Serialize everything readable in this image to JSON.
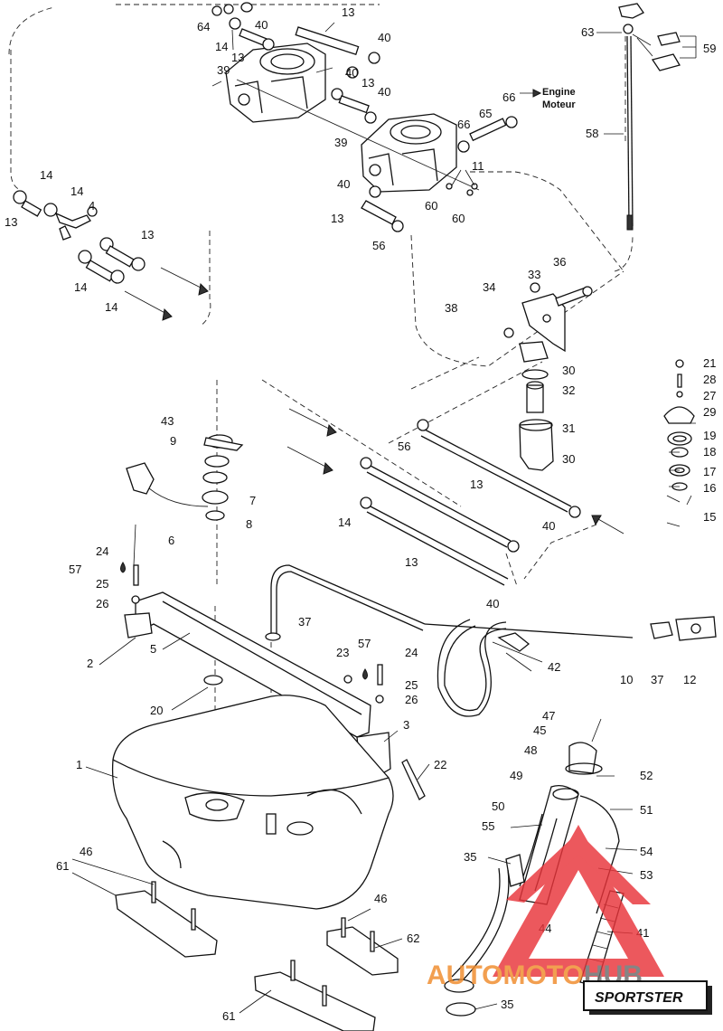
{
  "annotations": {
    "engine_en": "Engine",
    "engine_fr": "Moteur"
  },
  "callouts": [
    {
      "id": "c13a",
      "text": "13"
    },
    {
      "id": "c64",
      "text": "64"
    },
    {
      "id": "c14a",
      "text": "14"
    },
    {
      "id": "c13b",
      "text": "13"
    },
    {
      "id": "c40a",
      "text": "40"
    },
    {
      "id": "c40b",
      "text": "40"
    },
    {
      "id": "c39a",
      "text": "39"
    },
    {
      "id": "c40c",
      "text": "40"
    },
    {
      "id": "c13c",
      "text": "13"
    },
    {
      "id": "c40d",
      "text": "40"
    },
    {
      "id": "c66a",
      "text": "66"
    },
    {
      "id": "c65",
      "text": "65"
    },
    {
      "id": "c66b",
      "text": "66"
    },
    {
      "id": "c63",
      "text": "63"
    },
    {
      "id": "c59",
      "text": "59"
    },
    {
      "id": "c58",
      "text": "58"
    },
    {
      "id": "c39b",
      "text": "39"
    },
    {
      "id": "c11",
      "text": "11"
    },
    {
      "id": "c40e",
      "text": "40"
    },
    {
      "id": "c60a",
      "text": "60"
    },
    {
      "id": "c60b",
      "text": "60"
    },
    {
      "id": "c13d",
      "text": "13"
    },
    {
      "id": "c56a",
      "text": "56"
    },
    {
      "id": "c14b",
      "text": "14"
    },
    {
      "id": "c14c",
      "text": "14"
    },
    {
      "id": "c13e",
      "text": "13"
    },
    {
      "id": "c4",
      "text": "4"
    },
    {
      "id": "c13f",
      "text": "13"
    },
    {
      "id": "c14d",
      "text": "14"
    },
    {
      "id": "c14e",
      "text": "14"
    },
    {
      "id": "c36",
      "text": "36"
    },
    {
      "id": "c33",
      "text": "33"
    },
    {
      "id": "c34",
      "text": "34"
    },
    {
      "id": "c38",
      "text": "38"
    },
    {
      "id": "c30a",
      "text": "30"
    },
    {
      "id": "c32",
      "text": "32"
    },
    {
      "id": "c31",
      "text": "31"
    },
    {
      "id": "c30b",
      "text": "30"
    },
    {
      "id": "c21",
      "text": "21"
    },
    {
      "id": "c28",
      "text": "28"
    },
    {
      "id": "c27",
      "text": "27"
    },
    {
      "id": "c29",
      "text": "29"
    },
    {
      "id": "c19",
      "text": "19"
    },
    {
      "id": "c18",
      "text": "18"
    },
    {
      "id": "c17",
      "text": "17"
    },
    {
      "id": "c16",
      "text": "16"
    },
    {
      "id": "c15",
      "text": "15"
    },
    {
      "id": "c43",
      "text": "43"
    },
    {
      "id": "c9",
      "text": "9"
    },
    {
      "id": "c7",
      "text": "7"
    },
    {
      "id": "c8",
      "text": "8"
    },
    {
      "id": "c56b",
      "text": "56"
    },
    {
      "id": "c13g",
      "text": "13"
    },
    {
      "id": "c14f",
      "text": "14"
    },
    {
      "id": "c40f",
      "text": "40"
    },
    {
      "id": "c6",
      "text": "6"
    },
    {
      "id": "c24a",
      "text": "24"
    },
    {
      "id": "c57a",
      "text": "57"
    },
    {
      "id": "c25a",
      "text": "25"
    },
    {
      "id": "c26a",
      "text": "26"
    },
    {
      "id": "c13h",
      "text": "13"
    },
    {
      "id": "c40g",
      "text": "40"
    },
    {
      "id": "c37a",
      "text": "37"
    },
    {
      "id": "c2",
      "text": "2"
    },
    {
      "id": "c5",
      "text": "5"
    },
    {
      "id": "c57b",
      "text": "57"
    },
    {
      "id": "c23",
      "text": "23"
    },
    {
      "id": "c24b",
      "text": "24"
    },
    {
      "id": "c25b",
      "text": "25"
    },
    {
      "id": "c26b",
      "text": "26"
    },
    {
      "id": "c42",
      "text": "42"
    },
    {
      "id": "c10",
      "text": "10"
    },
    {
      "id": "c37b",
      "text": "37"
    },
    {
      "id": "c12",
      "text": "12"
    },
    {
      "id": "c20",
      "text": "20"
    },
    {
      "id": "c3",
      "text": "3"
    },
    {
      "id": "c1",
      "text": "1"
    },
    {
      "id": "c22",
      "text": "22"
    },
    {
      "id": "c47",
      "text": "47"
    },
    {
      "id": "c45",
      "text": "45"
    },
    {
      "id": "c48",
      "text": "48"
    },
    {
      "id": "c52",
      "text": "52"
    },
    {
      "id": "c49",
      "text": "49"
    },
    {
      "id": "c51",
      "text": "51"
    },
    {
      "id": "c50",
      "text": "50"
    },
    {
      "id": "c55",
      "text": "55"
    },
    {
      "id": "c54",
      "text": "54"
    },
    {
      "id": "c35a",
      "text": "35"
    },
    {
      "id": "c53",
      "text": "53"
    },
    {
      "id": "c46a",
      "text": "46"
    },
    {
      "id": "c61a",
      "text": "61"
    },
    {
      "id": "c46b",
      "text": "46"
    },
    {
      "id": "c44",
      "text": "44"
    },
    {
      "id": "c41",
      "text": "41"
    },
    {
      "id": "c62",
      "text": "62"
    },
    {
      "id": "c35b",
      "text": "35"
    },
    {
      "id": "c61b",
      "text": "61"
    }
  ],
  "watermark": {
    "part1": "AUTO",
    "part2": "MOTO",
    "part3": "HUB",
    "color_main": "#f08a2a",
    "color_accent": "#e8343a",
    "color_dark": "#6b6b6b"
  },
  "badge": {
    "text": "SPORTSTER"
  }
}
